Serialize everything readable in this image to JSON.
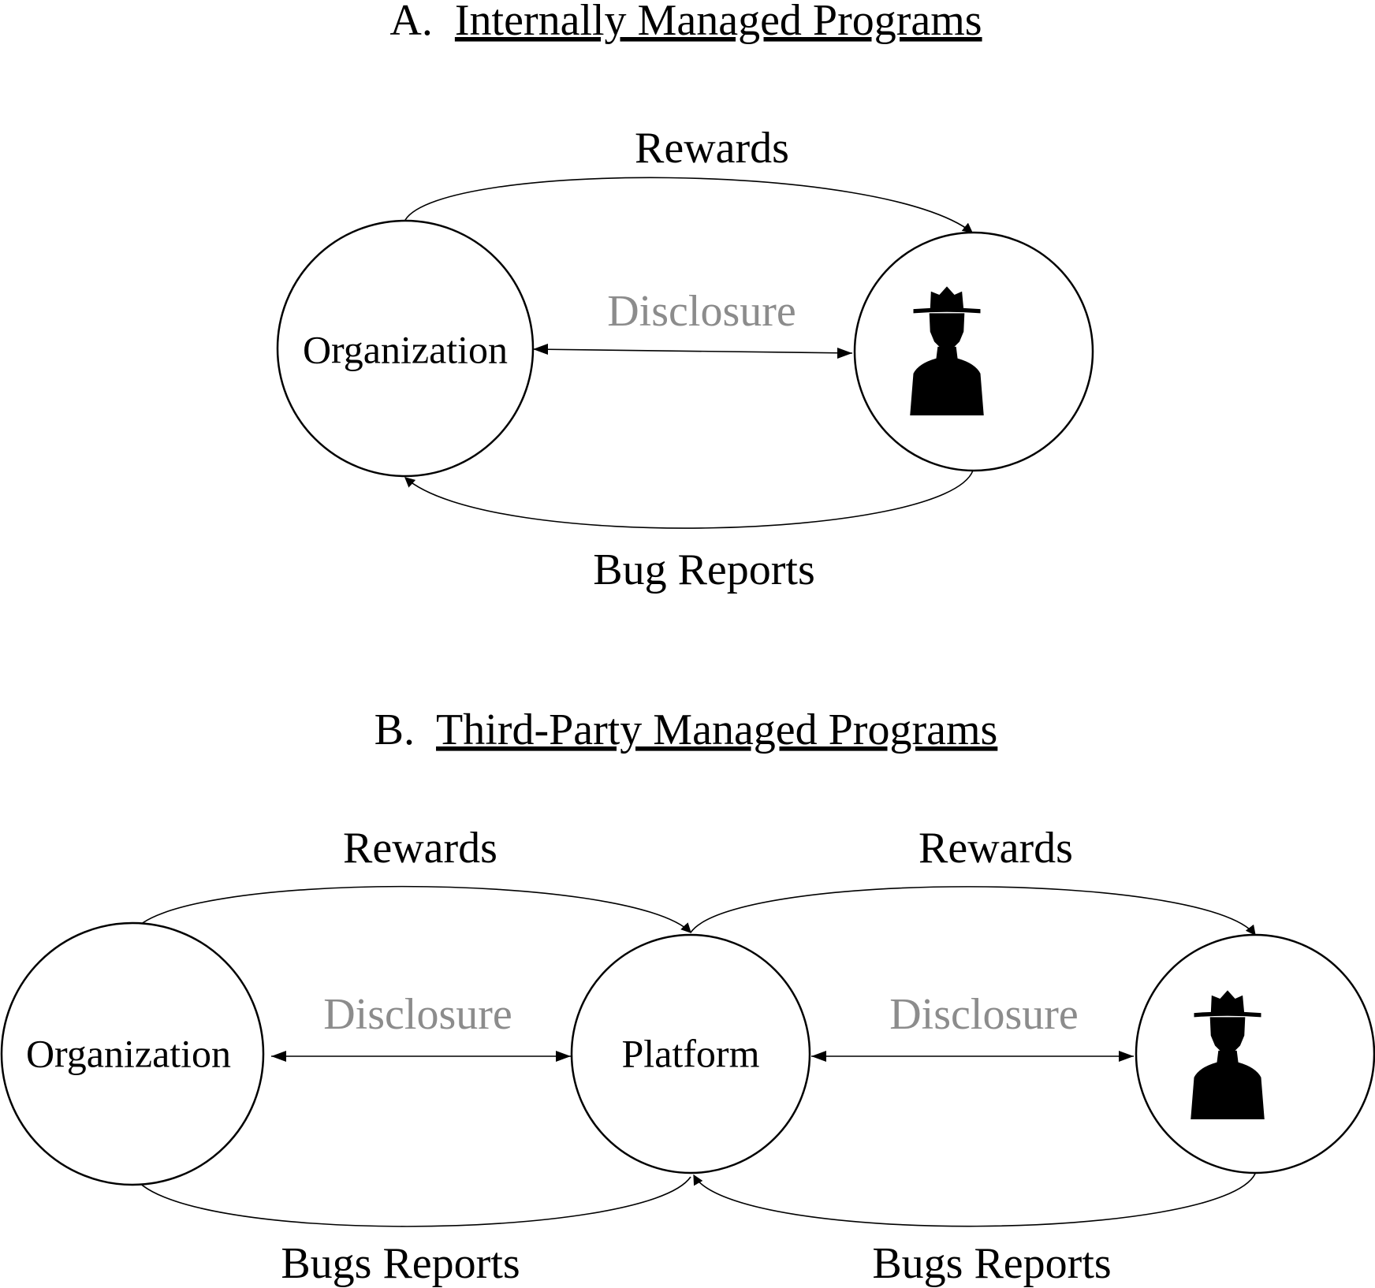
{
  "colors": {
    "line": "#000000",
    "disclosure_label": "#8c8c8c",
    "hacker_silhouette": "#000000",
    "background": "#ffffff"
  },
  "section_a": {
    "prefix": "A.",
    "title": "Internally Managed Programs",
    "organization_label": "Organization",
    "hacker_icon": "hacker-silhouette-icon",
    "rewards_label": "Rewards",
    "disclosure_label": "Disclosure",
    "bug_reports_label": "Bug Reports"
  },
  "section_b": {
    "prefix": "B.",
    "title": "Third-Party Managed Programs",
    "organization_label": "Organization",
    "platform_label": "Platform",
    "hacker_icon": "hacker-silhouette-icon",
    "left_rewards_label": "Rewards",
    "right_rewards_label": "Rewards",
    "left_disclosure_label": "Disclosure",
    "right_disclosure_label": "Disclosure",
    "left_bug_reports_label": "Bugs Reports",
    "right_bug_reports_label": "Bugs Reports"
  }
}
